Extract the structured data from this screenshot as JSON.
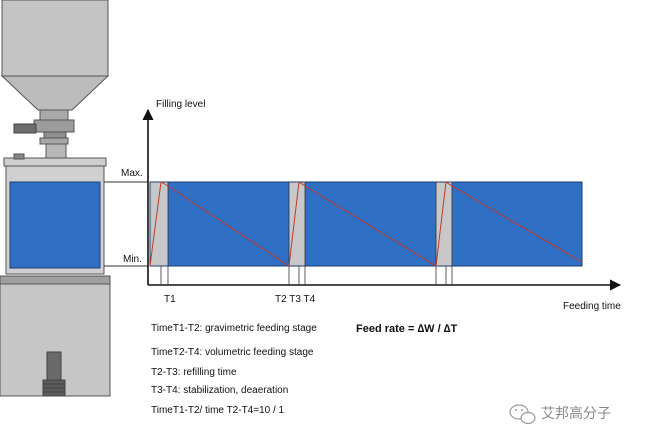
{
  "axis": {
    "y_label": "Filling level",
    "x_label": "Feeding time",
    "max_label": "Max.",
    "min_label": "Min."
  },
  "time_marks": {
    "t1": "T1",
    "t2t3t4": "T2 T3 T4"
  },
  "legend_lines": [
    "TimeT1-T2: gravimetric feeding stage",
    "TimeT2-T4: volumetric feeding stage",
    "T2-T3: refilling time",
    "T3-T4: stabilization, deaeration",
    "TimeT1-T2/ time T2-T4=10 / 1"
  ],
  "formula": "Feed rate = ∆W / ∆T",
  "watermark": "艾邦高分子",
  "colors": {
    "fill_blue": "#2f6fc4",
    "refill_gray": "#c8c8c8",
    "hopper_gray": "#c4c4c4",
    "sawtooth_red": "#c0392b"
  }
}
